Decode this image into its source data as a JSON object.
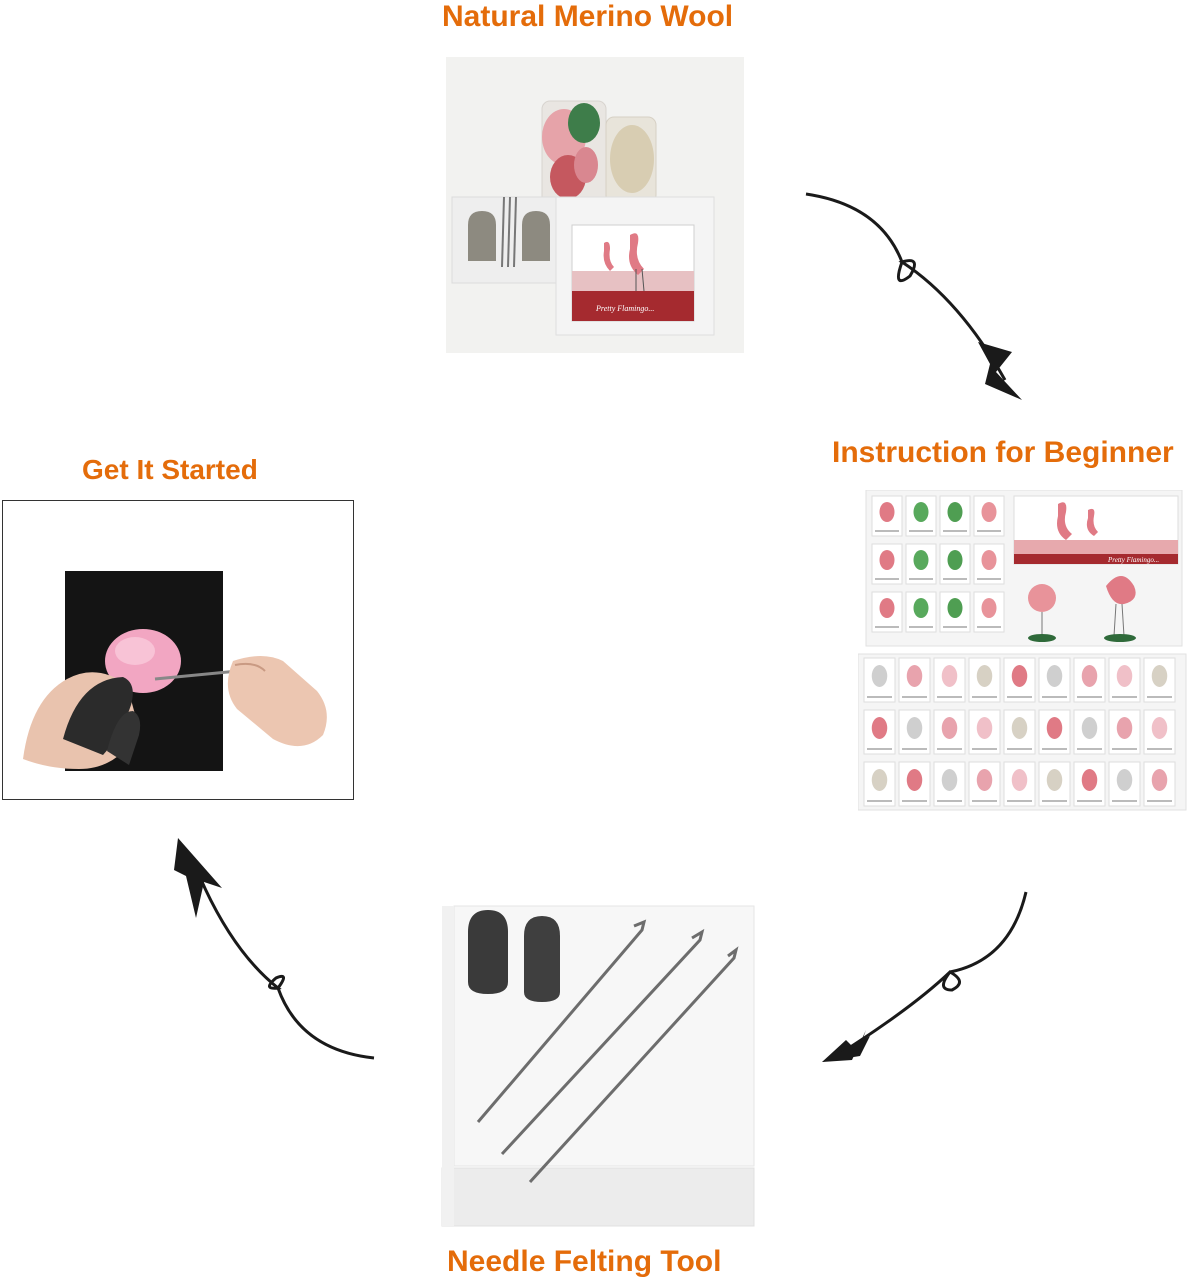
{
  "accent_color": "#e46c0a",
  "steps": {
    "wool": {
      "label": "Natural Merino Wool"
    },
    "instruction": {
      "label": "Instruction for Beginner",
      "sheet_title": "Pretty Flamingo..."
    },
    "tool": {
      "label": "Needle Felting Tool"
    },
    "start": {
      "label": "Get It Started"
    }
  },
  "package_card_text": "Pretty Flamingo..."
}
